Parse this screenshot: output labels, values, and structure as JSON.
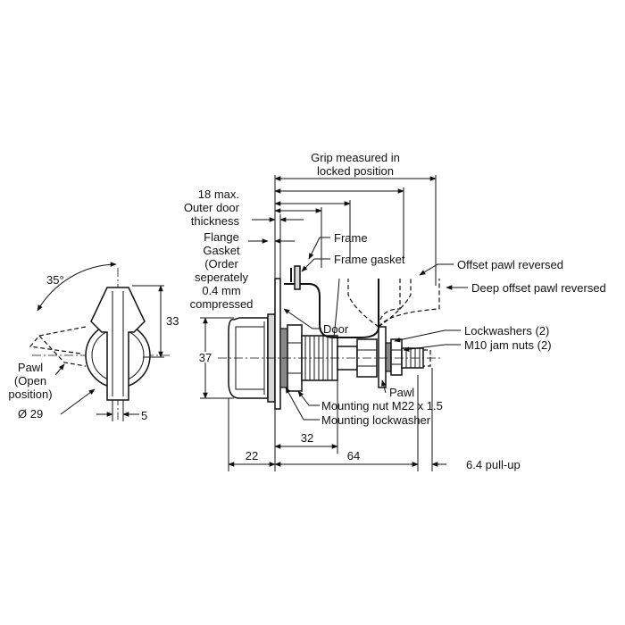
{
  "labels": {
    "grip_1": "Grip measured in",
    "grip_2": "locked position",
    "outer_1": "18 max.",
    "outer_2": "Outer door",
    "outer_3": "thickness",
    "flange_1": "Flange",
    "flange_2": "Gasket",
    "flange_3": "(Order",
    "flange_4": "seperately",
    "flange_5": "0.4 mm",
    "flange_6": "compressed",
    "frame": "Frame",
    "frame_gasket": "Frame gasket",
    "offset_pawl": "Offset pawl reversed",
    "deep_offset_pawl": "Deep offset pawl reversed",
    "door": "Door",
    "lockwashers": "Lockwashers (2)",
    "jam_nuts": "M10 jam nuts (2)",
    "pawl": "Pawl",
    "mounting_nut": "Mounting nut M22 x 1.5",
    "mounting_lockwasher": "Mounting lockwasher",
    "pawl_open_1": "Pawl",
    "pawl_open_2": "(Open",
    "pawl_open_3": "position)",
    "angle": "35°",
    "dia": "Ø 29",
    "dim_33": "33",
    "dim_37": "37",
    "dim_5": "5",
    "dim_22": "22",
    "dim_32": "32",
    "dim_64": "64",
    "pullup": "6.4 pull-up"
  }
}
